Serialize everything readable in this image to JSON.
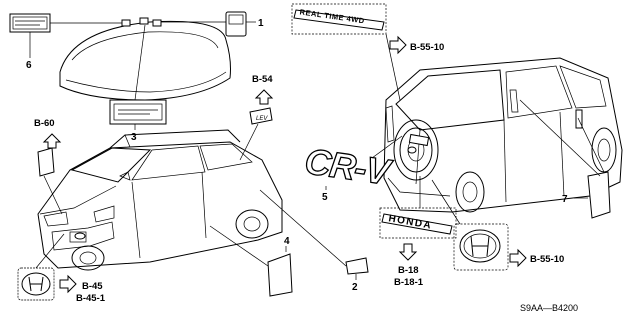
{
  "callouts": {
    "c1": "1",
    "c2": "2",
    "c3": "3",
    "c4": "4",
    "c5": "5",
    "c6": "6",
    "c7": "7"
  },
  "refs": {
    "b60": "B-60",
    "b54": "B-54",
    "b5510_top": "B-55-10",
    "b5510_bottom": "B-55-10",
    "b45": "B-45",
    "b451": "B-45-1",
    "b18": "B-18",
    "b181": "B-18-1"
  },
  "emblems": {
    "realtime": "REAL TIME 4WD",
    "crv": "CR-V",
    "honda": "HONDA",
    "lev": "LEV"
  },
  "diagram_code": "S9AA—B4200"
}
